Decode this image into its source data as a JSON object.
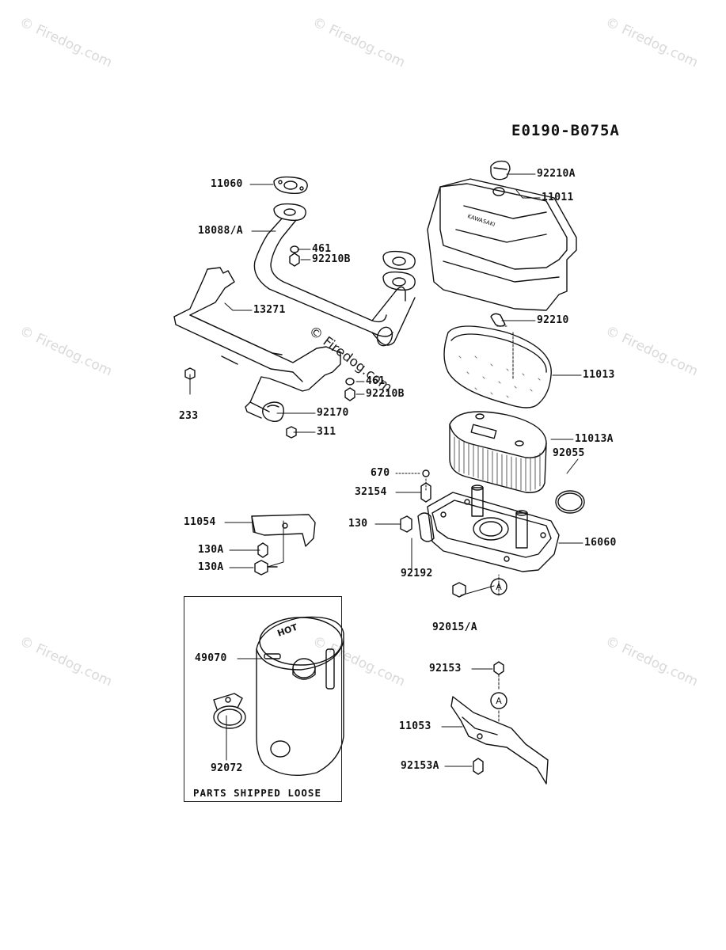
{
  "diagram_code": "E0190-B075A",
  "watermark": "© Firedog.com",
  "center_watermark": "© Firedog.com",
  "loose_box_label": "PARTS SHIPPED LOOSE",
  "callout_marker": "A",
  "parts": {
    "p11060": "11060",
    "p18088A": "18088/A",
    "p461a": "461",
    "p92210Ba": "92210B",
    "p13271": "13271",
    "p461b": "461",
    "p92210Bb": "92210B",
    "p233": "233",
    "p92170": "92170",
    "p311": "311",
    "p92210A": "92210A",
    "p11011": "11011",
    "p92210": "92210",
    "p11013": "11013",
    "p11013A": "11013A",
    "p92055": "92055",
    "p670": "670",
    "p32154": "32154",
    "p130": "130",
    "p16060": "16060",
    "p92192": "92192",
    "p92015A": "92015/A",
    "p11054": "11054",
    "p130Aa": "130A",
    "p130Ab": "130A",
    "p49070": "49070",
    "p92072": "92072",
    "p92153": "92153",
    "p11053": "11053",
    "p92153A": "92153A"
  }
}
